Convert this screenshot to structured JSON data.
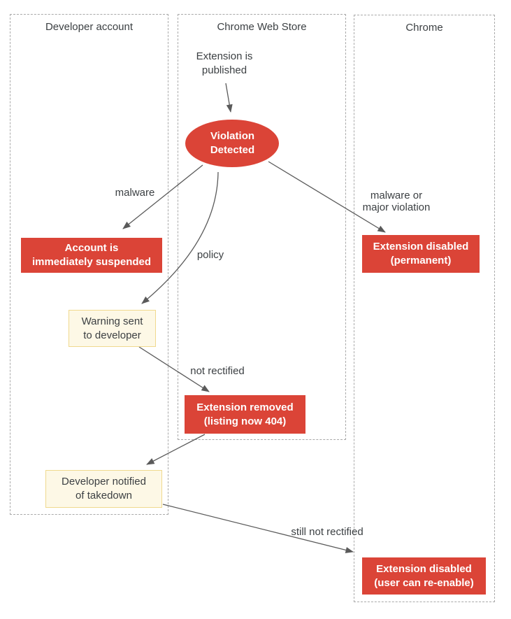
{
  "lanes": [
    {
      "label": "Developer account"
    },
    {
      "label": "Chrome Web Store"
    },
    {
      "label": "Chrome"
    }
  ],
  "nodes": {
    "published": {
      "text": "Extension is\npublished"
    },
    "violation": {
      "text": "Violation\nDetected"
    },
    "account_suspended": {
      "text": "Account is\nimmediately suspended"
    },
    "ext_disabled_permanent": {
      "text": "Extension disabled\n(permanent)"
    },
    "warning_sent": {
      "text": "Warning sent\nto developer"
    },
    "ext_removed": {
      "text": "Extension removed\n(listing now 404)"
    },
    "dev_notified": {
      "text": "Developer notified\nof takedown"
    },
    "ext_disabled_reenable": {
      "text": "Extension disabled\n(user can re-enable)"
    }
  },
  "edge_labels": {
    "malware": "malware",
    "policy": "policy",
    "malware_or_major": "malware or\nmajor violation",
    "not_rectified": "not rectified",
    "still_not_rectified": "still not rectified"
  },
  "colors": {
    "node_red": "#db4437",
    "node_red_text": "#ffffff",
    "note_bg": "#fdf8e6",
    "note_border": "#f0d98e",
    "text": "#3c4043",
    "arrow": "#5a5a5a",
    "lane_border": "#a9a9a9",
    "background": "#ffffff"
  }
}
